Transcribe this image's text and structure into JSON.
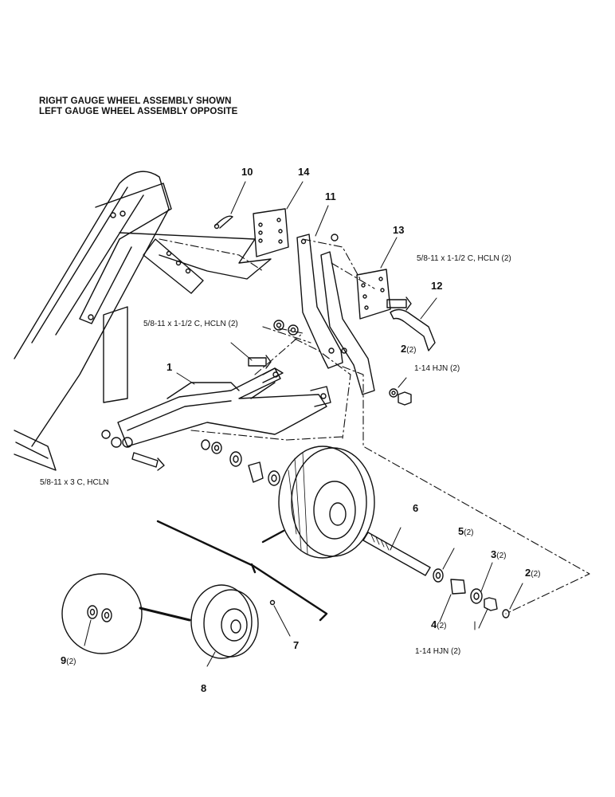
{
  "header": {
    "line1": "RIGHT GAUGE WHEEL ASSEMBLY SHOWN",
    "line2": "LEFT GAUGE WHEEL ASSEMBLY OPPOSITE"
  },
  "callouts": {
    "c1": "1",
    "c2a": "2",
    "c2a_qty": "(2)",
    "c2b": "2",
    "c2b_qty": "(2)",
    "c3": "3",
    "c3_qty": "(2)",
    "c4": "4",
    "c4_qty": "(2)",
    "c5": "5",
    "c5_qty": "(2)",
    "c6": "6",
    "c7": "7",
    "c8": "8",
    "c9": "9",
    "c9_qty": "(2)",
    "c10": "10",
    "c11": "11",
    "c12": "12",
    "c13": "13",
    "c14": "14"
  },
  "hardware": {
    "bolt_top_right": "5/8-11 x 1-1/2 C, HCLN (2)",
    "bolt_mid_left": "5/8-11 x 1-1/2 C, HCLN (2)",
    "bolt_lower_left": "5/8-11 x 3 C, HCLN",
    "nut_upper": "1-14 HJN (2)",
    "nut_lower": "1-14 HJN (2)"
  }
}
